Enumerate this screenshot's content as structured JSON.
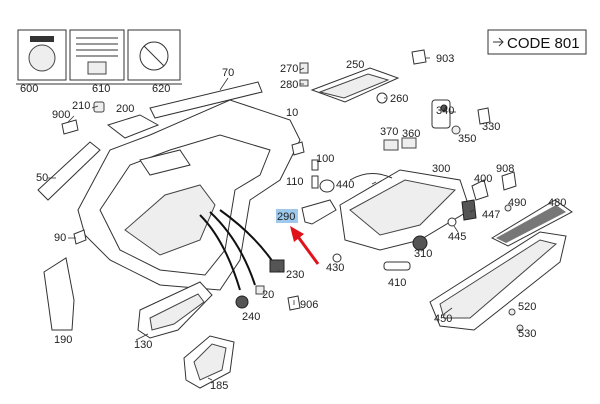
{
  "code_box": {
    "text": "CODE 801"
  },
  "callouts": {
    "c600": "600",
    "c610": "610",
    "c620": "620",
    "c70": "70",
    "c210": "210",
    "c200": "200",
    "c900": "900",
    "c50": "50",
    "c90": "90",
    "c190": "190",
    "c10": "10",
    "c270": "270",
    "c280": "280",
    "c250": "250",
    "c903": "903",
    "c260": "260",
    "c340": "340",
    "c330": "330",
    "c370": "370",
    "c360": "360",
    "c350": "350",
    "c100": "100",
    "c110": "110",
    "c440": "440",
    "c300": "300",
    "c400": "400",
    "c908": "908",
    "c290": "290",
    "c490": "490",
    "c447": "447",
    "c480": "480",
    "c445": "445",
    "c310": "310",
    "c430": "430",
    "c230": "230",
    "c410": "410",
    "c20": "20",
    "c240": "240",
    "c906": "906",
    "c130": "130",
    "c450": "450",
    "c520": "520",
    "c530": "530",
    "c185": "185"
  },
  "colors": {
    "highlight": "#9ec8ec",
    "arrow": "#e0131a",
    "ink": "#333333"
  }
}
